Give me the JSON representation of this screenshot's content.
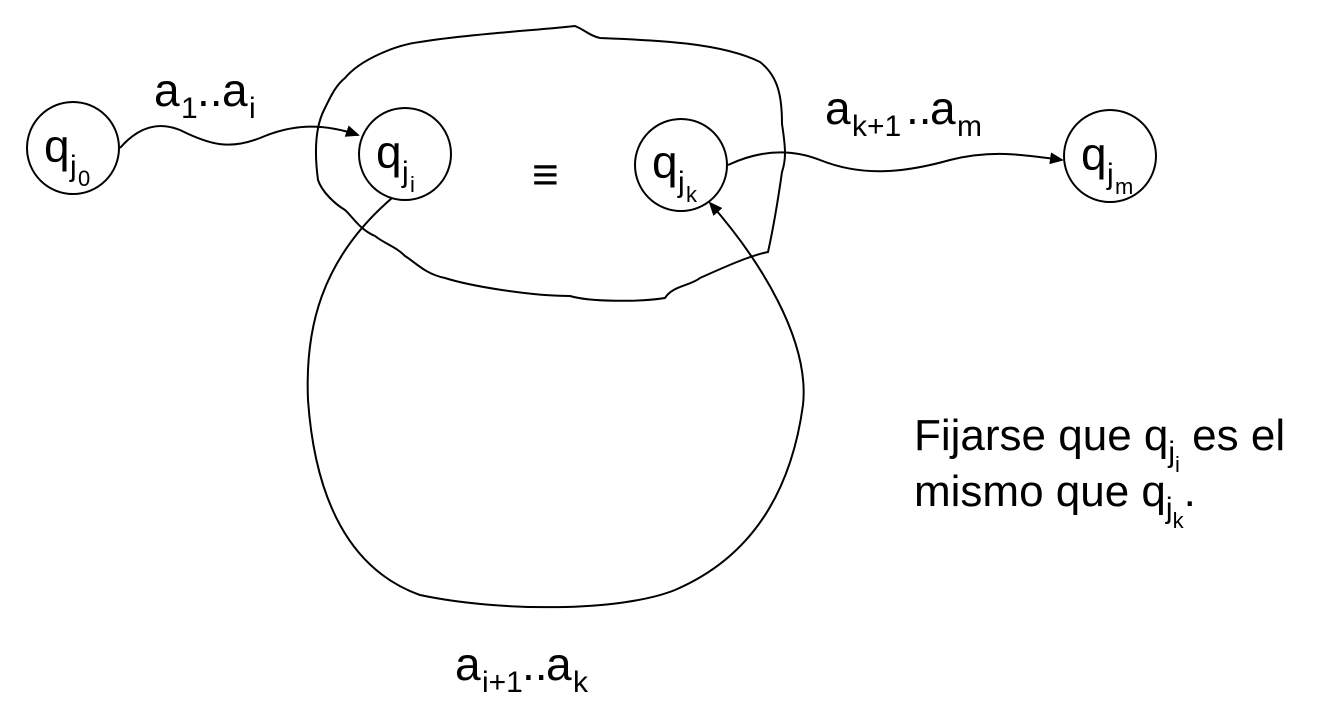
{
  "states": [
    {
      "id": "q0",
      "base": "q",
      "sub": "j",
      "subsub": "0"
    },
    {
      "id": "qi",
      "base": "q",
      "sub": "j",
      "subsub": "i"
    },
    {
      "id": "qk",
      "base": "q",
      "sub": "j",
      "subsub": "k"
    },
    {
      "id": "qm",
      "base": "q",
      "sub": "j",
      "subsub": "m"
    }
  ],
  "equiv_symbol": "≡",
  "edges": {
    "first": {
      "base1": "a",
      "sub1": "1",
      "dots": "..",
      "base2": "a",
      "sub2": "i"
    },
    "loop": {
      "base1": "a",
      "sub1": "i+1",
      "dots": "..",
      "base2": "a",
      "sub2": "k"
    },
    "last": {
      "base1": "a",
      "sub1": "k+1",
      "dots": "..",
      "base2": "a",
      "sub2": "m"
    }
  },
  "note": {
    "line1_text": "Fijarse que q",
    "line1_sub": "j",
    "line1_subsub": "i",
    "line1_tail": " es el",
    "line2_text": "mismo que q",
    "line2_sub": "j",
    "line2_subsub": "k",
    "line2_tail": "."
  }
}
